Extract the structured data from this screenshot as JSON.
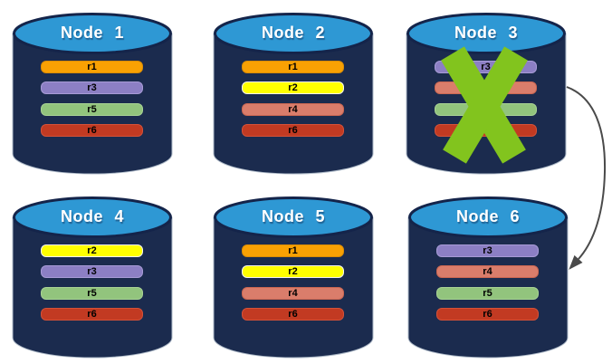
{
  "background": "#FFFFFF",
  "palette": {
    "cylinder_body": "#1B2B4E",
    "cylinder_outline": "#AEBAC8",
    "cylinder_top_fill": "#2E98D4",
    "cylinder_top_stroke": "#14244A",
    "title_color": "#FFFFFF",
    "record_label_color": "#000000",
    "failure_x": "#82C41E",
    "arrow": "#4A4A4A"
  },
  "nodes": [
    {
      "title": "Node 1",
      "records": [
        {
          "label": "r1",
          "fill": "#F9A103",
          "border": "#DB8D05"
        },
        {
          "label": "r3",
          "fill": "#8C7FC4",
          "border": "#A79BD6"
        },
        {
          "label": "r5",
          "fill": "#92C47D",
          "border": "#A8D294"
        },
        {
          "label": "r6",
          "fill": "#C23A22",
          "border": "#D45138"
        }
      ]
    },
    {
      "title": "Node 2",
      "records": [
        {
          "label": "r1",
          "fill": "#F9A103",
          "border": "#DB8D05"
        },
        {
          "label": "r2",
          "fill": "#FFFF00",
          "border": "#F2F2F2"
        },
        {
          "label": "r4",
          "fill": "#DA7D6B",
          "border": "#CB6752"
        },
        {
          "label": "r6",
          "fill": "#C23A22",
          "border": "#D45138"
        }
      ]
    },
    {
      "title": "Node 3",
      "records": [
        {
          "label": "r3",
          "fill": "#8C7FC4",
          "border": "#A79BD6"
        },
        {
          "label": "r4",
          "fill": "#DA7D6B",
          "border": "#CB6752"
        },
        {
          "label": "r5",
          "fill": "#92C47D",
          "border": "#A8D294"
        },
        {
          "label": "r6",
          "fill": "#C23A22",
          "border": "#D45138"
        }
      ]
    },
    {
      "title": "Node 4",
      "records": [
        {
          "label": "r2",
          "fill": "#FFFF00",
          "border": "#F2F2F2"
        },
        {
          "label": "r3",
          "fill": "#8C7FC4",
          "border": "#A79BD6"
        },
        {
          "label": "r5",
          "fill": "#92C47D",
          "border": "#A8D294"
        },
        {
          "label": "r6",
          "fill": "#C23A22",
          "border": "#D45138"
        }
      ]
    },
    {
      "title": "Node 5",
      "records": [
        {
          "label": "r1",
          "fill": "#F9A103",
          "border": "#DB8D05"
        },
        {
          "label": "r2",
          "fill": "#FFFF00",
          "border": "#F2F2F2"
        },
        {
          "label": "r4",
          "fill": "#DA7D6B",
          "border": "#CB6752"
        },
        {
          "label": "r6",
          "fill": "#C23A22",
          "border": "#D45138"
        }
      ]
    },
    {
      "title": "Node 6",
      "records": [
        {
          "label": "r3",
          "fill": "#8C7FC4",
          "border": "#A79BD6"
        },
        {
          "label": "r4",
          "fill": "#DA7D6B",
          "border": "#CB6752"
        },
        {
          "label": "r5",
          "fill": "#92C47D",
          "border": "#A8D294"
        },
        {
          "label": "r6",
          "fill": "#C23A22",
          "border": "#D45138"
        }
      ]
    }
  ],
  "annotations": {
    "failed_node": "Node 3",
    "arrow_from": "Node 3",
    "arrow_to": "Node 6"
  }
}
